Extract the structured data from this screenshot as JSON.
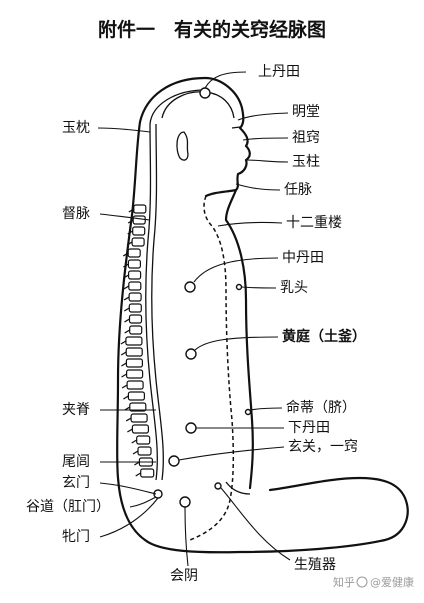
{
  "title": "附件一　有关的关窍经脉图",
  "labels": {
    "shang_dantian": "上丹田",
    "mingtang": "明堂",
    "zuqiao": "祖窍",
    "yuzhu": "玉柱",
    "renmai": "任脉",
    "shier_chonglou": "十二重楼",
    "zhong_dantian": "中丹田",
    "rutou": "乳头",
    "huangting": "黄庭（土釜）",
    "mingdi": "命蒂（脐）",
    "xia_dantian": "下丹田",
    "xuanguan": "玄关，一窍",
    "yuzhen": "玉枕",
    "dumai": "督脉",
    "jiaji": "夹脊",
    "weilv": "尾闾",
    "xuanmen": "玄门",
    "gudao": "谷道（肛门）",
    "pinmen": "牝门",
    "huiyin": "会阴",
    "shengzhiqi": "生殖器"
  },
  "watermark": {
    "site": "知乎",
    "author": "@爱健康"
  }
}
